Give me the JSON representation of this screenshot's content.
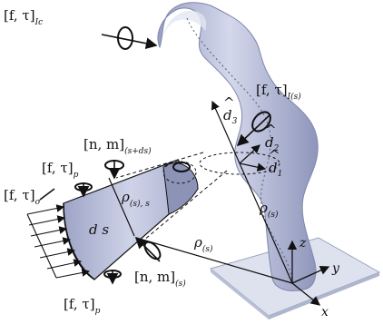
{
  "labels": {
    "f_tau_Ic": {
      "main": "[f, τ]",
      "sub": "Ic"
    },
    "f_tau_Is": {
      "main": "[f, τ]",
      "sub": "I(s)"
    },
    "n_m_sds": {
      "main": "[n, m]",
      "sub": "(s+ds)"
    },
    "f_tau_p_top": {
      "main": "[f, τ]",
      "sub": "p"
    },
    "f_tau_sigma": {
      "main": "[f, τ]",
      "sub": "σ"
    },
    "f_tau_p_bottom": {
      "main": "[f, τ]",
      "sub": "p"
    },
    "n_m_s": {
      "main": "[n, m]",
      "sub": "(s)"
    },
    "rho_s_s": {
      "main": "ρ",
      "sub": "(s), s"
    },
    "rho_s_right": {
      "main": "ρ",
      "sub": "(s)"
    },
    "rho_s_bottom": {
      "main": "ρ",
      "sub": "(s)"
    },
    "ds": "d s",
    "d1": {
      "main": "d",
      "sub": "1",
      "hat": "^"
    },
    "d2": {
      "main": "d",
      "sub": "2",
      "hat": "^"
    },
    "d3": {
      "main": "d",
      "sub": "3",
      "hat": "^"
    },
    "axis_x": "x",
    "axis_y": "y",
    "axis_z": "z"
  },
  "colors": {
    "body_fill": "#b8bed8",
    "body_shade": "#8f96b8",
    "plate_fill": "#dde2ee",
    "plate_edge": "#9aa3bf",
    "line": "#111111"
  }
}
